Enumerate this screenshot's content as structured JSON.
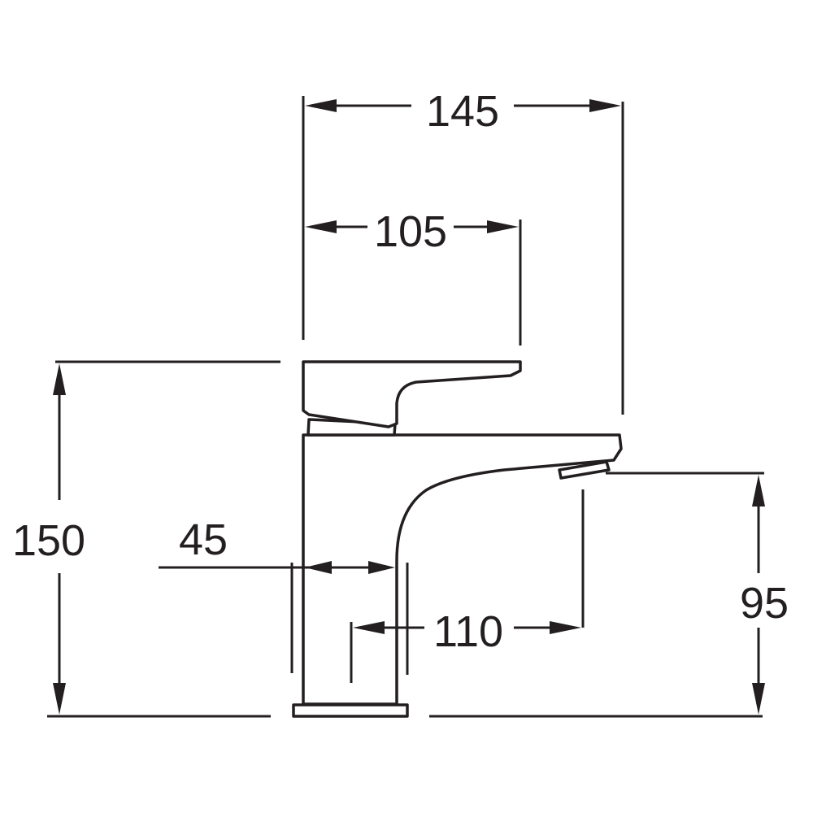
{
  "dimensions": {
    "overall_depth": "145",
    "lever_reach": "105",
    "overall_height": "150",
    "body_width": "45",
    "spout_projection": "110",
    "spout_height": "95"
  },
  "colors": {
    "line": "#231f20",
    "background": "#ffffff"
  }
}
